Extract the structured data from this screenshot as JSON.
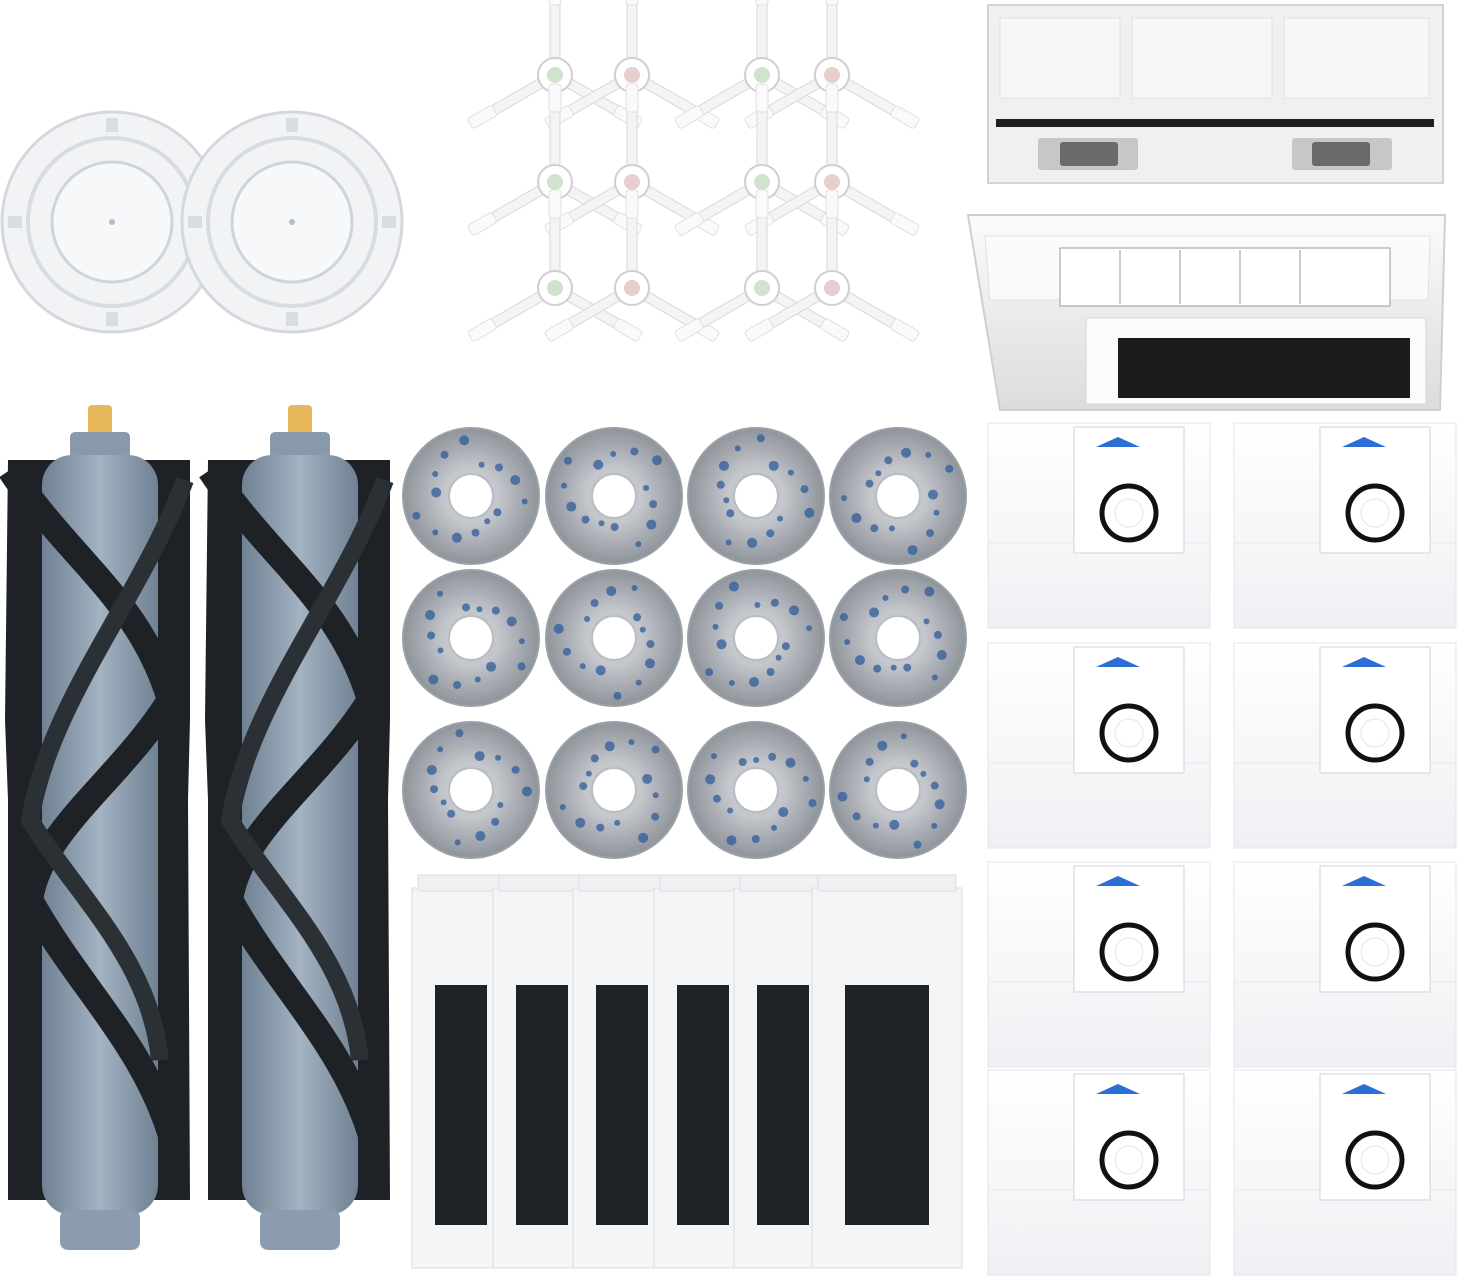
{
  "product": {
    "kind": "robot vacuum replacement parts kit",
    "background": "#ffffff"
  },
  "parts": {
    "mop_holder_plates": {
      "count": 2,
      "color": "#f2f3f5"
    },
    "side_brushes": {
      "count": 12,
      "arm_color": "#f4f4f4",
      "hub_colors": [
        "#cfe3cd",
        "#e7cfcf"
      ]
    },
    "main_roller_brushes": {
      "count": 2,
      "core_color": "#8a9cae",
      "bristle_color": "#1e2226",
      "cap_color": "#e7b85a"
    },
    "mop_pads": {
      "count": 12,
      "fabric_color": "#a9adb3",
      "fleck_color": "#2f5c9a"
    },
    "hepa_filters": {
      "count": 6,
      "frame_color": "#f4f5f7",
      "media_color": "#202326"
    },
    "dust_bags": {
      "count": 8,
      "body_color": "#fbfbfb",
      "accent_color": "#2a6fd6"
    },
    "dustbin_cover": {
      "count": 1,
      "color": "#f0f0f0"
    },
    "dustbin_box": {
      "count": 1,
      "color": "#f2f2f2",
      "filter_color": "#1c1c1c"
    }
  }
}
